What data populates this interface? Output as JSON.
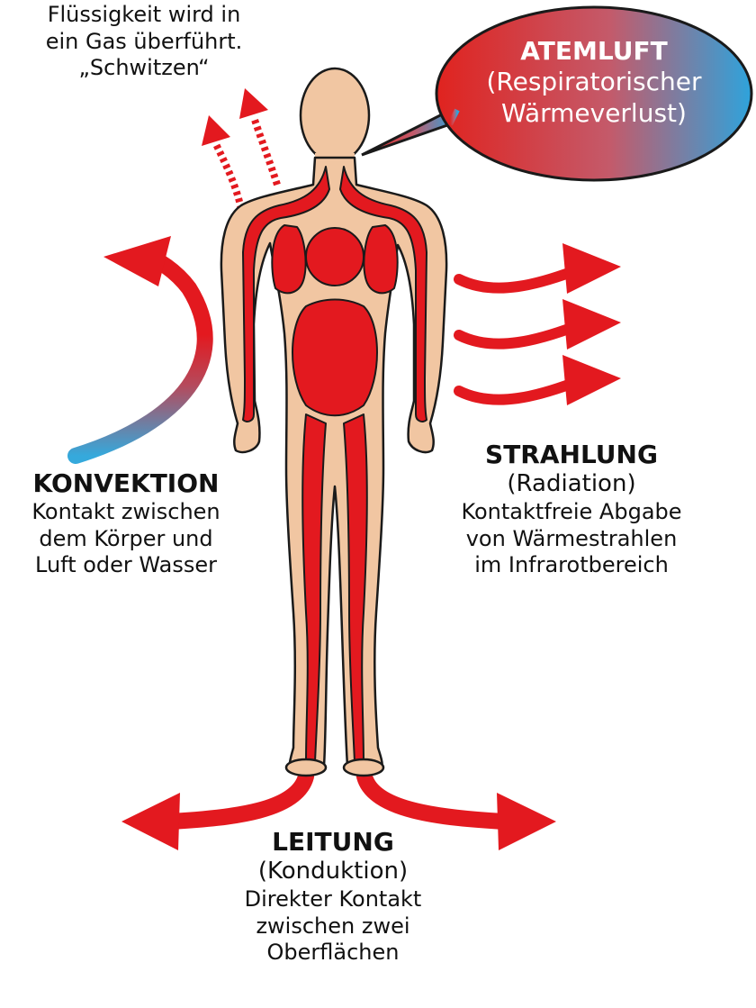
{
  "sweat": {
    "line1": "Flüssigkeit wird in",
    "line2": "ein Gas überführt.",
    "line3": "„Schwitzen“"
  },
  "breath": {
    "title": "ATEMLUFT",
    "line1": "(Respiratorischer",
    "line2": "Wärmeverlust)"
  },
  "convection": {
    "title": "KONVEKTION",
    "line1": "Kontakt zwischen",
    "line2": "dem Körper und",
    "line3": "Luft oder Wasser"
  },
  "radiation": {
    "title": "STRAHLUNG",
    "subtitle": "(Radiation)",
    "line1": "Kontaktfreie Abgabe",
    "line2": "von Wärmestrahlen",
    "line3": "im Infrarotbereich"
  },
  "conduction": {
    "title": "LEITUNG",
    "subtitle": "(Konduktion)",
    "line1": "Direkter Kontakt",
    "line2": "zwischen zwei",
    "line3": "Oberflächen"
  },
  "colors": {
    "skin": "#f1c6a2",
    "blood": "#e3191f",
    "cool": "#3aa6d6",
    "outline": "#1a1a1a"
  }
}
